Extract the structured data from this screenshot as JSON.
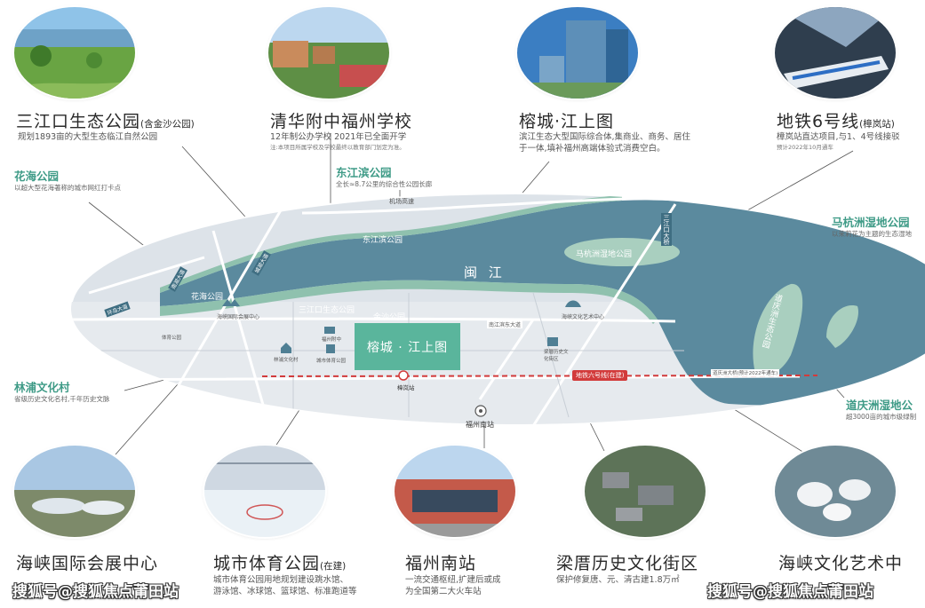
{
  "top_items": [
    {
      "title": "三江口生态公园",
      "subtitle": "(含金沙公园)",
      "desc": [
        "规划1893亩的大型生态临江自然公园"
      ]
    },
    {
      "title": "清华附中福州学校",
      "subtitle": "",
      "desc": [
        "12年制公办学校 2021年已全面开学"
      ],
      "note": "注:本项目所属学校及学校最终以教育部门划定为准。"
    },
    {
      "title": "榕城·江上图",
      "subtitle": "",
      "desc": [
        "滨江生态大型国际综合体,集商业、商务、居住",
        "于一体,填补福州高端体验式消费空白。"
      ]
    },
    {
      "title": "地铁6号线",
      "subtitle": "(樟岚站)",
      "desc": [
        "樟岚站直达项目,与1、4号线接驳"
      ],
      "note": "预计2022年10月通车"
    }
  ],
  "bottom_items": [
    {
      "title": "海峡国际会展中心",
      "subtitle": "",
      "desc": []
    },
    {
      "title": "城市体育公园",
      "subtitle": "(在建)",
      "desc": [
        "城市体育公园用地规划建设跳水馆、",
        "游泳馆、冰球馆、篮球馆、标准跑道等"
      ]
    },
    {
      "title": "福州南站",
      "subtitle": "",
      "desc": [
        "一流交通枢纽,扩建后或成",
        "为全国第二大火车站"
      ]
    },
    {
      "title": "梁厝历史文化街区",
      "subtitle": "",
      "desc": [
        "保护修复唐、元、清古建1.8万㎡"
      ]
    },
    {
      "title": "海峡文化艺术中",
      "subtitle": "",
      "desc": []
    }
  ],
  "side_items": [
    {
      "title": "花海公园",
      "desc": "以超大型花海著称的城市网红打卡点"
    },
    {
      "title": "东江滨公园",
      "desc": "全长≈8.7公里的综合性公园长廊"
    },
    {
      "title": "林浦文化村",
      "desc": "省级历史文化名村,千年历史文脉"
    },
    {
      "title": "马杭洲湿地公园",
      "desc": "以茉莉花为主题的生态湿地"
    },
    {
      "title": "道庆洲湿地公",
      "desc": "超3000亩的城市级绿制"
    }
  ],
  "map_labels": {
    "river": "闽 江",
    "airport_road": "机场高速",
    "east_bund": "东江滨公园",
    "mahang": "马杭洲湿地公园",
    "sanjiang_ring": "三江口大桥",
    "daoqing": "道庆洲生态公园",
    "huahai": "花海公园",
    "sanjiangkou": "三江口生态公园",
    "jinsha": "金沙公园",
    "expo": "海峡国际会展中心",
    "expo_road": "环岛大道",
    "expo_road2": "南湖大道",
    "expo_road3": "城湖大道",
    "nanjiang_road": "南江滨东大道",
    "art_center": "海峡文化艺术中心",
    "center": "榕城 · 江上图",
    "subway": "地铁六号线(在建)",
    "zhanglan": "樟岚站",
    "south_station": "福州南站",
    "linpu": "林浦文化村",
    "school": "福州附中",
    "gym": "城市体育公园",
    "liangcuo": "梁厝历史文化街区",
    "daoqing_bridge": "道庆洲大桥(预计2022年通车)",
    "sports_park": "体育公园"
  },
  "watermark": "搜狐号@搜狐焦点莆田站",
  "colors": {
    "river": "#5b8a9e",
    "accent": "#3f9b87",
    "land": "#dfe4ea",
    "highlight": "#5ab59c",
    "subway": "#d23b3b"
  }
}
